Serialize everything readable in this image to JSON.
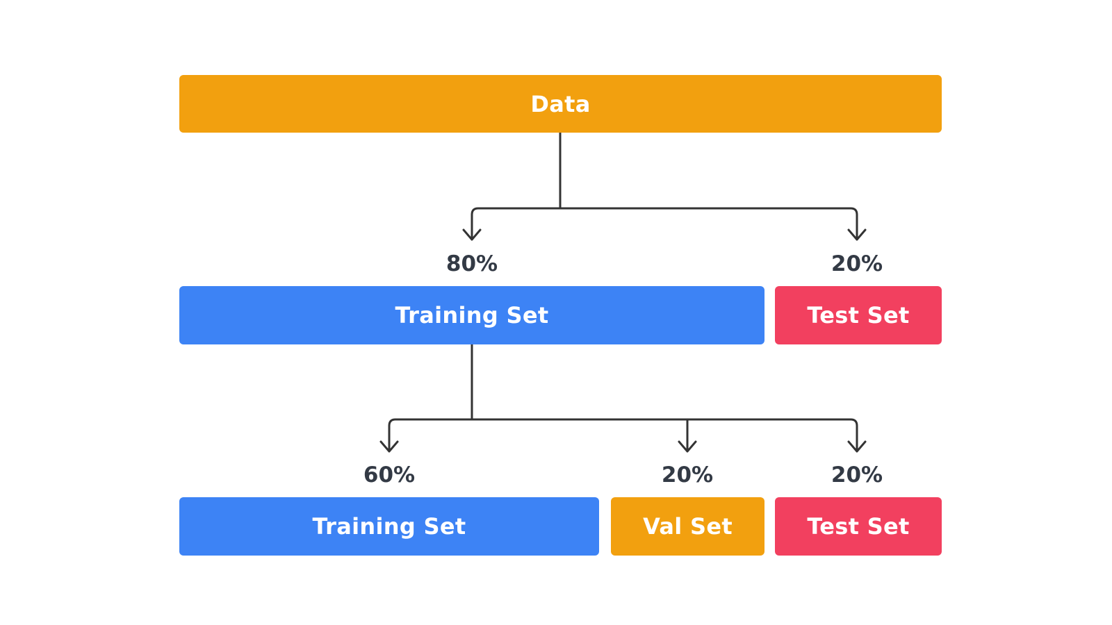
{
  "colors": {
    "data": "#F2A00F",
    "training": "#3D83F5",
    "validation": "#F2A00F",
    "test": "#F2405F",
    "connector": "#333333"
  },
  "top": {
    "data_label": "Data"
  },
  "split1": {
    "training_pct": "80%",
    "test_pct": "20%",
    "training_label": "Training Set",
    "test_label": "Test Set"
  },
  "split2": {
    "training_pct": "60%",
    "val_pct": "20%",
    "test_pct": "20%",
    "training_label": "Training Set",
    "val_label": "Val Set",
    "test_label": "Test Set"
  }
}
